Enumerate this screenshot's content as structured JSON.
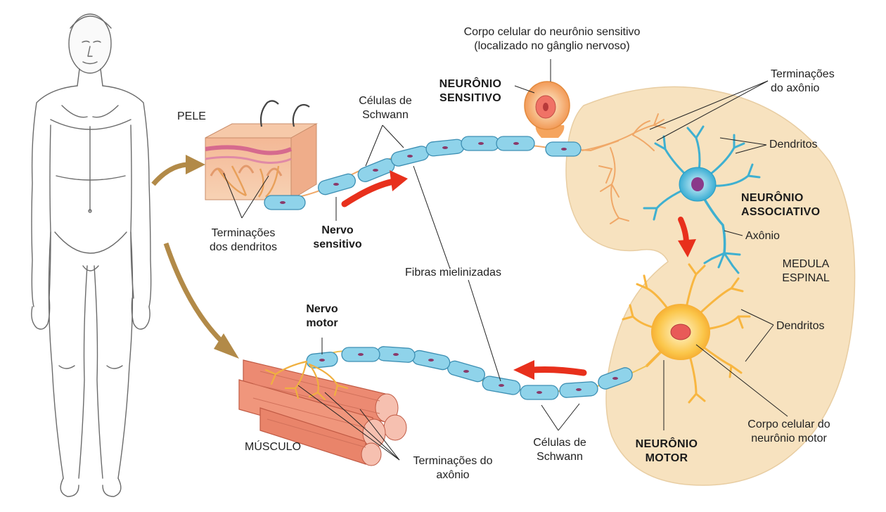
{
  "labels": {
    "sensory_cell_body": [
      "Corpo celular do neurônio sensitivo",
      "(localizado no gânglio nervoso)"
    ],
    "sensory_neuron": [
      "NEURÔNIO",
      "SENSITIVO"
    ],
    "axon_terminals_top": [
      "Terminações",
      "do axônio"
    ],
    "skin": "PELE",
    "schwann_top": [
      "Células de",
      "Schwann"
    ],
    "dendrites_top": "Dendritos",
    "associative_neuron": [
      "NEURÔNIO",
      "ASSOCIATIVO"
    ],
    "axon": "Axônio",
    "dendrite_endings": [
      "Terminações",
      "dos dendritos"
    ],
    "sensory_nerve": [
      "Nervo",
      "sensitivo"
    ],
    "myelinated_fibers": "Fibras mielinizadas",
    "spinal_cord": [
      "MEDULA",
      "ESPINAL"
    ],
    "motor_nerve": [
      "Nervo",
      "motor"
    ],
    "dendrites_bottom": "Dendritos",
    "muscle": "MÚSCULO",
    "schwann_bottom": [
      "Células de",
      "Schwann"
    ],
    "motor_neuron": [
      "NEURÔNIO",
      "MOTOR"
    ],
    "motor_cell_body": [
      "Corpo celular do",
      "neurônio motor"
    ],
    "axon_terminals_bottom": [
      "Terminações do",
      "axônio"
    ]
  },
  "colors": {
    "spinal_cord": "#f7e2bf",
    "schwann_cell": "#8fd3ea",
    "sensory_neuron": "#f0a868",
    "associative_neuron": "#3fb0d0",
    "motor_neuron": "#f8b640",
    "flow_arrow": "#e8301c",
    "body_arrow": "#b28a48",
    "muscle": "#ec8a72"
  }
}
